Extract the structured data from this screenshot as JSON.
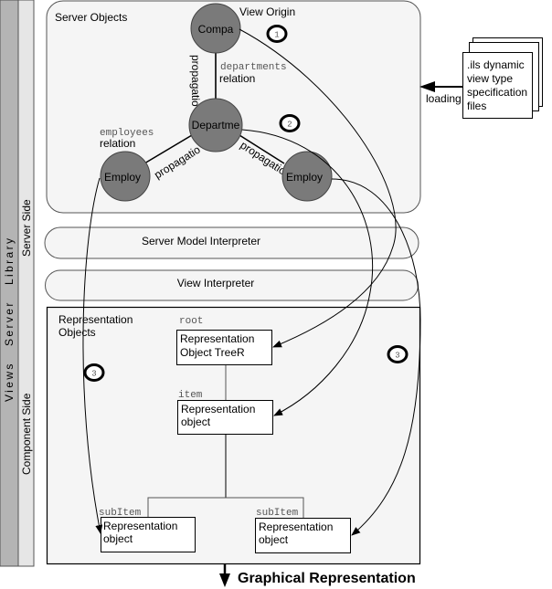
{
  "side_labels": {
    "library": "Views   Server   Library",
    "server_side": "Server Side",
    "component_side": "Component Side"
  },
  "server_objects": {
    "title": "Server Objects",
    "view_origin": "View Origin",
    "nodes": {
      "company": "Compa",
      "department": "Departme",
      "employee_left": "Employ",
      "employee_right": "Employ"
    },
    "edges": {
      "company_department": "propagatio",
      "department_employee_left": "propagatio",
      "department_employee_right": "propagatio"
    },
    "relations": {
      "departments_code": "departments",
      "departments_label": "relation",
      "employees_code": "employees",
      "employees_label": "relation"
    }
  },
  "markers": {
    "m1": "1",
    "m2": "2",
    "m3_left": "3",
    "m3_right": "3"
  },
  "spec_files": {
    "lines": [
      ".ils dynamic",
      "view type",
      "specification",
      "files"
    ],
    "loading_label": "loading"
  },
  "layers": {
    "server_model_interpreter": "Server Model Interpreter",
    "view_interpreter": "View Interpreter"
  },
  "representation_objects": {
    "title_line1": "Representation",
    "title_line2": "Objects",
    "root": {
      "code": "root",
      "line1": "Representation",
      "line2": "Object TreeR"
    },
    "item": {
      "code": "item",
      "line1": "Representation",
      "line2": "object"
    },
    "sub_left": {
      "code": "subItem",
      "line1": "Representation",
      "line2": "object"
    },
    "sub_right": {
      "code": "subItem",
      "line1": "Representation",
      "line2": "object"
    }
  },
  "output_label": "Graphical Representation",
  "colors": {
    "node_fill": "#7a7a7a",
    "panel_fill": "#f5f5f5",
    "library_bar": "#b4b4b4",
    "side_bar": "#e6e6e6"
  }
}
